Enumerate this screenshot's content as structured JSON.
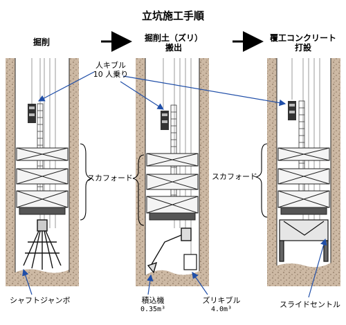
{
  "title": "立坑施工手順",
  "steps": [
    {
      "label": "掘削"
    },
    {
      "label_line1": "掘削土（ズリ）",
      "label_line2": "搬出"
    },
    {
      "label_line1": "覆工コンクリート",
      "label_line2": "打設"
    }
  ],
  "callouts": {
    "man_kibble_line1": "人キブル",
    "man_kibble_line2": "10 人乗り",
    "scaffold": "スカフォード",
    "shaft_jumbo": "シャフトジャンボ",
    "loader": "積込機",
    "loader_capacity": "0.35m³",
    "muck_kibble": "ズリキブル",
    "muck_kibble_capacity": "4.0m³",
    "slide_central": "スライドセントル"
  },
  "colors": {
    "rock": "#cdb9a4",
    "rock_dot": "#8a7560",
    "arrow": "#1f4ea8",
    "line": "#222222"
  }
}
